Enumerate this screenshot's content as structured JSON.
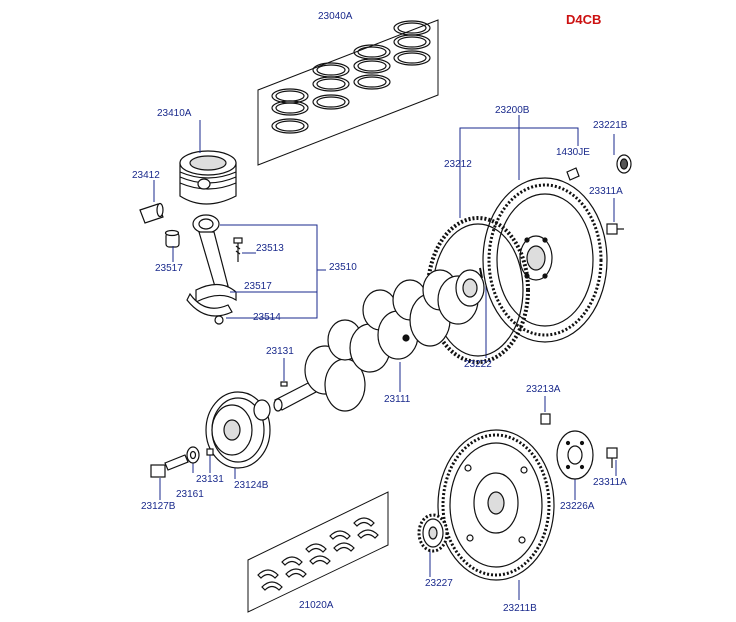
{
  "model": {
    "code": "D4CB",
    "color": "#cc1111"
  },
  "colors": {
    "label": "#1a2a8c",
    "line": "#1a2a8c",
    "drawing": "#111111"
  },
  "labels": {
    "p23040A": "23040A",
    "p23410A": "23410A",
    "p23412": "23412",
    "p23513": "23513",
    "p23510": "23510",
    "p23517a": "23517",
    "p23517b": "23517",
    "p23514": "23514",
    "p23200B": "23200B",
    "p23221B": "23221B",
    "p23212": "23212",
    "p1430JE": "1430JE",
    "p23311Aa": "23311A",
    "p23222": "23222",
    "p23131a": "23131",
    "p23111": "23111",
    "p23213A": "23213A",
    "p23131b": "23131",
    "p23124B": "23124B",
    "p23161": "23161",
    "p23127B": "23127B",
    "p23226A": "23226A",
    "p23311Ab": "23311A",
    "p23227": "23227",
    "p21020A": "21020A",
    "p23211B": "23211B"
  }
}
